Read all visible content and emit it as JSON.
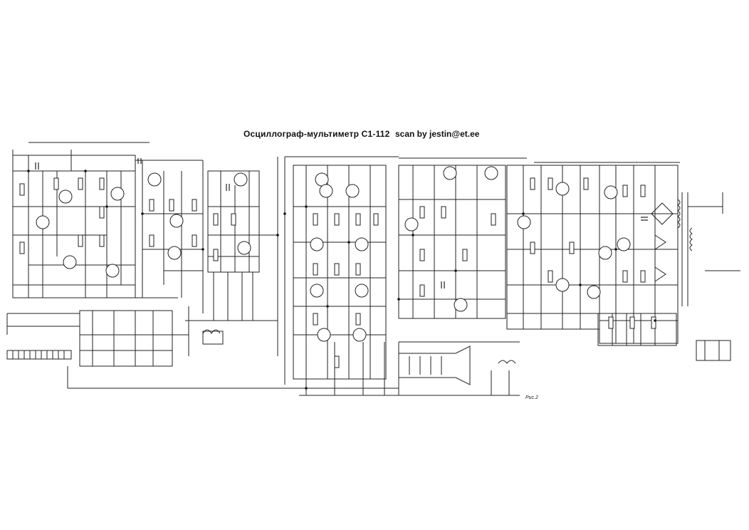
{
  "schematic": {
    "title": "Осциллограф-мультиметр С1-112",
    "credit": "scan by jestin@et.ee",
    "figure_label": "Рис.2"
  }
}
